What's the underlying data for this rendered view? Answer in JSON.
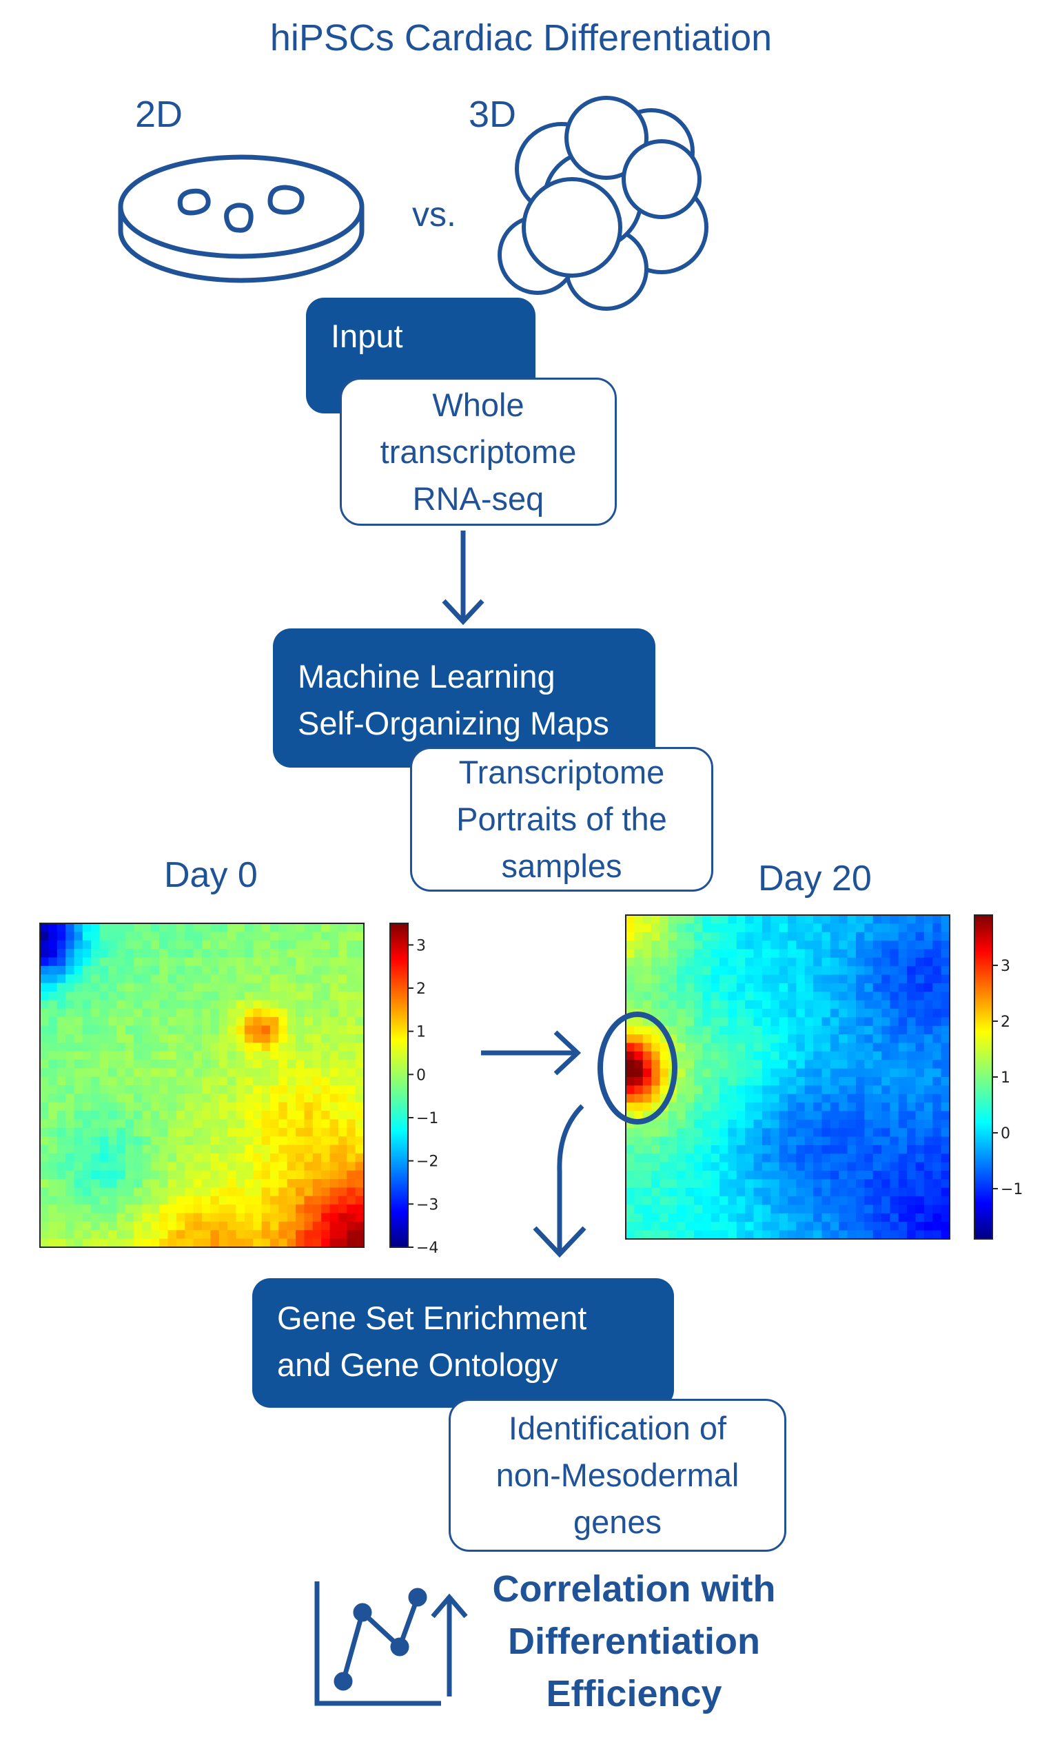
{
  "title": "hiPSCs Cardiac Differentiation",
  "label_2d": "2D",
  "label_3d": "3D",
  "label_vs": "vs.",
  "input_header": "Input",
  "input_detail": [
    "Whole",
    "transcriptome",
    "RNA-seq"
  ],
  "ml_header": [
    "Machine Learning",
    "Self-Organizing Maps"
  ],
  "ml_detail": [
    "Transcriptome",
    "Portraits of the",
    "samples"
  ],
  "day0_label": "Day 0",
  "day20_label": "Day 20",
  "gsea_header": [
    "Gene Set Enrichment",
    "and Gene Ontology"
  ],
  "gsea_detail": [
    "Identification of",
    "non-Mesodermal",
    "genes"
  ],
  "final_text": [
    "Correlation with",
    "Differentiation",
    "Efficiency"
  ],
  "colors": {
    "primary": "#1f5296",
    "box_fill": "#11539a",
    "box_text": "#ffffff"
  },
  "icons": [
    "petri-dish-icon",
    "spheroid-icon",
    "line-chart-icon"
  ],
  "chart_data": [
    {
      "type": "heatmap",
      "title": "Day 0",
      "colormap": "jet",
      "colorbar_ticks": [
        3,
        2,
        1,
        0,
        -1,
        -2,
        -3,
        -4
      ],
      "colorbar_range": [
        -4,
        3.5
      ]
    },
    {
      "type": "heatmap",
      "title": "Day 20",
      "colormap": "jet",
      "colorbar_ticks": [
        3,
        2,
        1,
        0,
        -1
      ],
      "colorbar_range": [
        -1.9,
        3.9
      ]
    }
  ]
}
